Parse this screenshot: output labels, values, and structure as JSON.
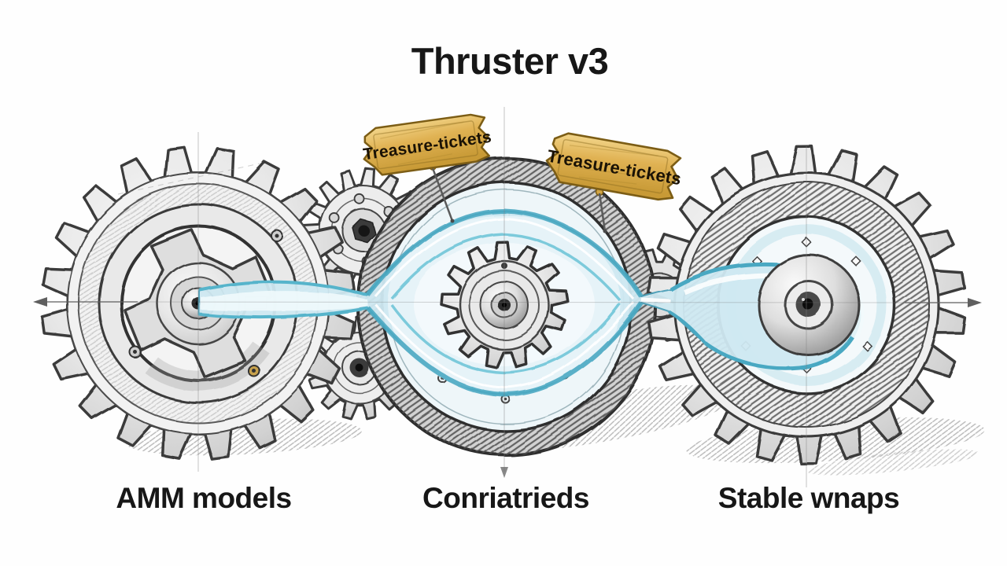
{
  "title": "Thruster v3",
  "diagram": {
    "tickets": [
      {
        "label": "Treasure-tickets"
      },
      {
        "label": "Treasure-tickets"
      }
    ],
    "captions": [
      {
        "label": "AMM models"
      },
      {
        "label": "Conriatrieds"
      },
      {
        "label": "Stable wnaps"
      }
    ],
    "parts": [
      "left-gear",
      "top-small-gear",
      "bottom-small-gear",
      "middle-ring",
      "center-gear",
      "right-small-gear",
      "right-gear",
      "energy-flow"
    ]
  },
  "colors": {
    "ticket_gold": "#dfae4a",
    "flow_blue": "#5ab4cd",
    "ink": "#1a1a1a",
    "pencil_gray": "#555555",
    "paper": "#fefefe"
  }
}
